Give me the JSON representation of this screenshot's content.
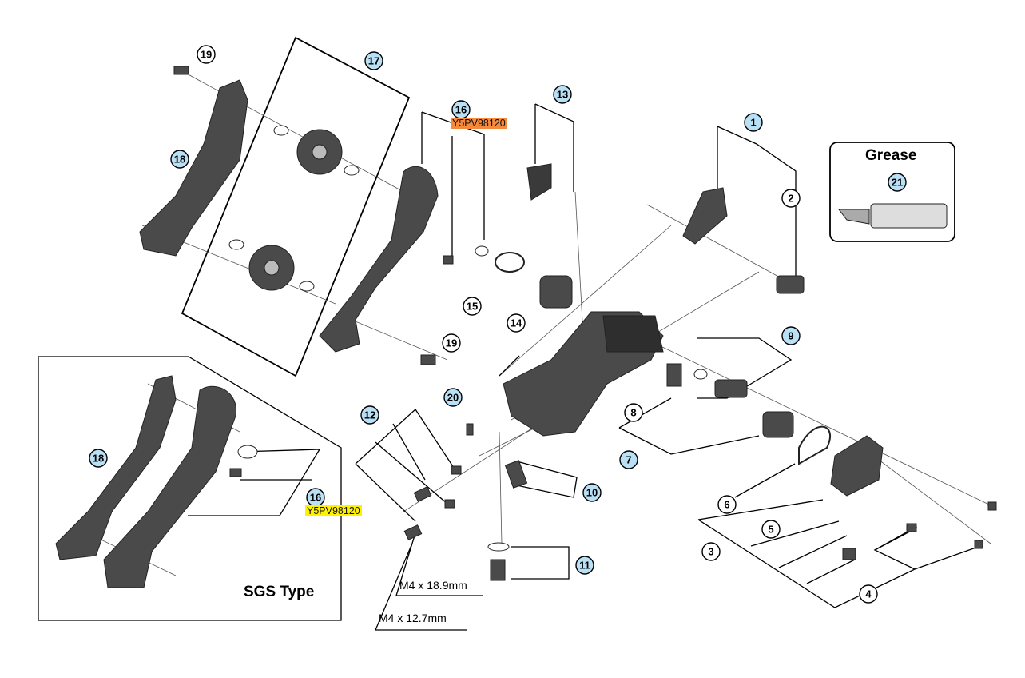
{
  "callouts": [
    {
      "id": "c1",
      "num": "1",
      "highlight": true
    },
    {
      "id": "c2",
      "num": "2",
      "highlight": false
    },
    {
      "id": "c3",
      "num": "3",
      "highlight": false
    },
    {
      "id": "c4",
      "num": "4",
      "highlight": false
    },
    {
      "id": "c5",
      "num": "5",
      "highlight": false
    },
    {
      "id": "c6",
      "num": "6",
      "highlight": false
    },
    {
      "id": "c7",
      "num": "7",
      "highlight": true
    },
    {
      "id": "c8",
      "num": "8",
      "highlight": false
    },
    {
      "id": "c9",
      "num": "9",
      "highlight": true
    },
    {
      "id": "c10",
      "num": "10",
      "highlight": true
    },
    {
      "id": "c11",
      "num": "11",
      "highlight": true
    },
    {
      "id": "c12",
      "num": "12",
      "highlight": true
    },
    {
      "id": "c13",
      "num": "13",
      "highlight": true
    },
    {
      "id": "c14",
      "num": "14",
      "highlight": false
    },
    {
      "id": "c15",
      "num": "15",
      "highlight": false
    },
    {
      "id": "c16a",
      "num": "16",
      "highlight": true
    },
    {
      "id": "c16b",
      "num": "16",
      "highlight": true
    },
    {
      "id": "c17",
      "num": "17",
      "highlight": true
    },
    {
      "id": "c18a",
      "num": "18",
      "highlight": true
    },
    {
      "id": "c18b",
      "num": "18",
      "highlight": true
    },
    {
      "id": "c19a",
      "num": "19",
      "highlight": false
    },
    {
      "id": "c19b",
      "num": "19",
      "highlight": false
    },
    {
      "id": "c20",
      "num": "20",
      "highlight": true
    },
    {
      "id": "c21",
      "num": "21",
      "highlight": true
    }
  ],
  "labels": {
    "grease_title": "Grease",
    "sgs_type": "SGS Type",
    "screw_long": "M4 x 18.9mm",
    "screw_short": "M4 x 12.7mm",
    "part_code_top": "Y5PV98120",
    "part_code_inset": "Y5PV98120"
  },
  "colors": {
    "callout_highlight": "#b9e0f5",
    "callout_plain": "#ffffff",
    "code_top_bg": "#f58a3c",
    "code_inset_bg": "#fff200",
    "part_fill": "#4a4a4a",
    "part_dark": "#2e2e2e",
    "line": "#000000"
  }
}
